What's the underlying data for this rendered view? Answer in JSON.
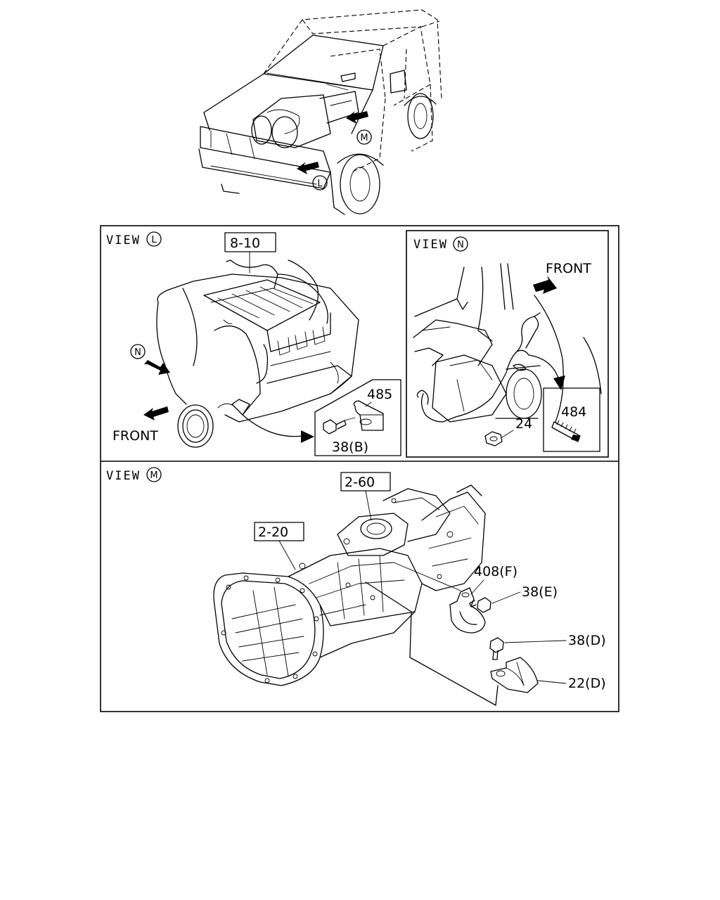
{
  "overview": {
    "callouts": [
      {
        "letter": "M"
      },
      {
        "letter": "L"
      }
    ]
  },
  "view_l": {
    "view_word": "VIEW",
    "view_letter": "L",
    "ref_8_10": "8-10",
    "callout_n": "N",
    "front": "FRONT",
    "part_485": "485",
    "part_38b": "38(B)"
  },
  "view_n": {
    "view_word": "VIEW",
    "view_letter": "N",
    "front": "FRONT",
    "part_24": "24",
    "part_484": "484"
  },
  "view_m": {
    "view_word": "VIEW",
    "view_letter": "M",
    "ref_2_60": "2-60",
    "ref_2_20": "2-20",
    "part_408f": "408(F)",
    "part_38e": "38(E)",
    "part_38d": "38(D)",
    "part_22d": "22(D)"
  }
}
